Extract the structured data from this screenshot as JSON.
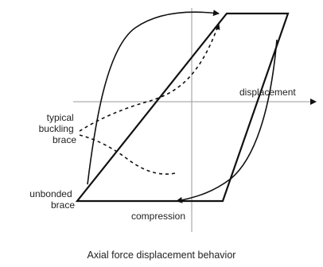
{
  "labels": {
    "displacement": "displacement",
    "typical_buckling_brace": [
      "typical",
      "buckling",
      "brace"
    ],
    "unbonded_brace": [
      "unbonded",
      "brace"
    ],
    "compression": "compression"
  },
  "caption": "Axial force displacement behavior",
  "colors": {
    "curve": "#111111",
    "axis": "#9a9a9a",
    "text": "#222222"
  }
}
